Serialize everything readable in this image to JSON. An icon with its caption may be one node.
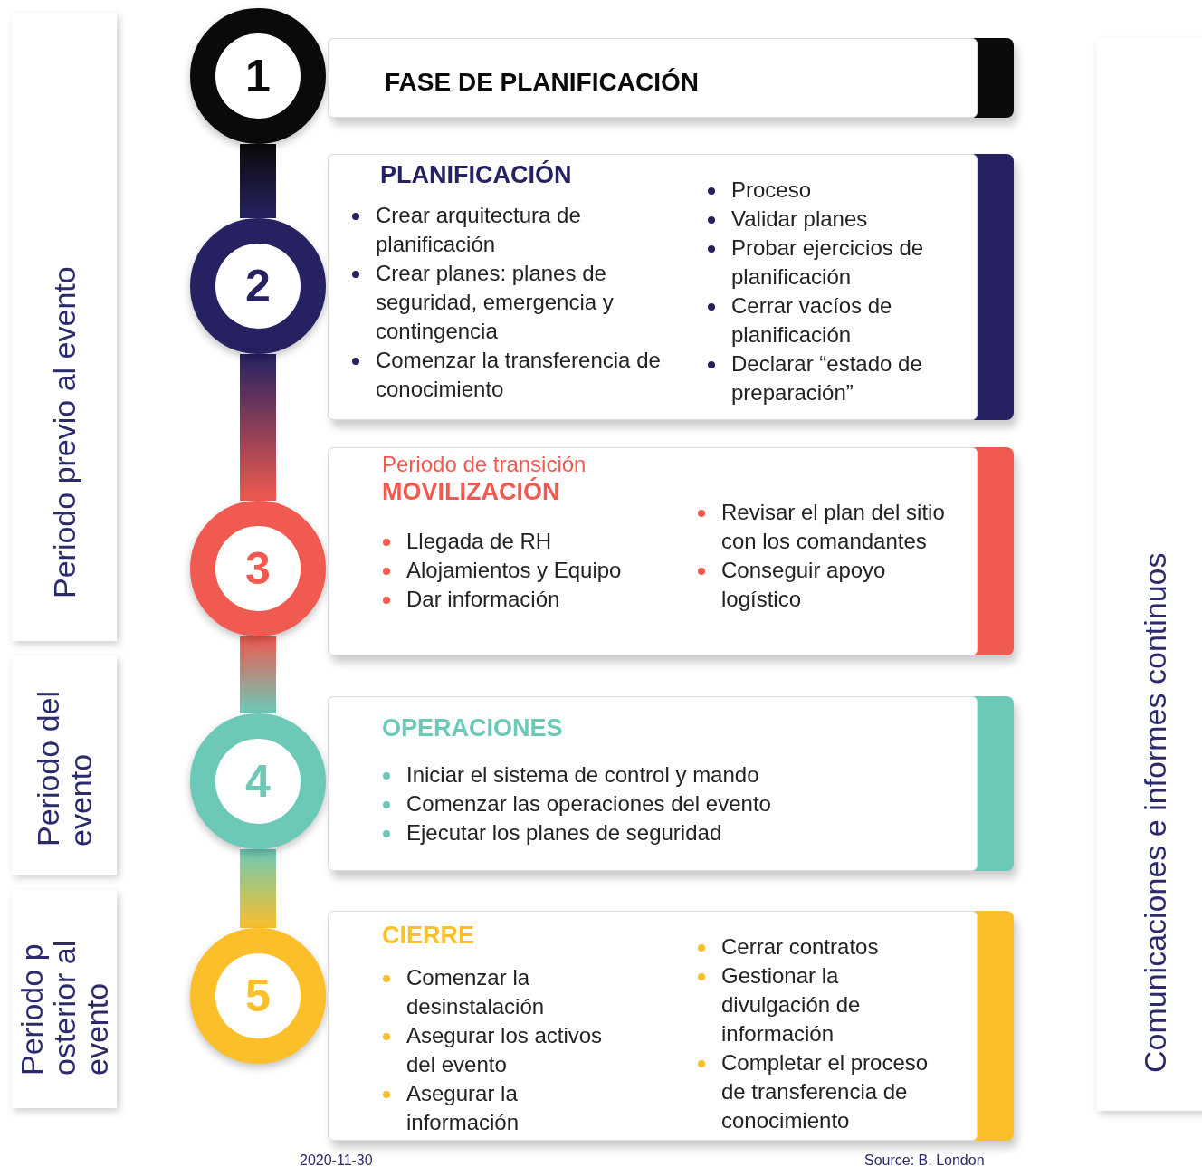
{
  "diagram": {
    "nodes": [
      {
        "text": [
          "Periodo previo al evento"
        ]
      },
      {
        "text": [
          "Periodo del evento"
        ]
      },
      {
        "text": [
          "Periodo p osterior al evento"
        ]
      },
      {
        "text": [
          "Comunicaciones e informes continuos"
        ]
      },
      {
        "text": [
          "1"
        ]
      },
      {
        "text": [
          "2"
        ]
      },
      {
        "text": [
          "3"
        ]
      },
      {
        "text": [
          "4"
        ]
      },
      {
        "text": [
          "5"
        ]
      },
      {
        "text": [
          "FASE DE PLANIFICACIÓN"
        ]
      },
      {
        "text": [
          "PLANIFICACIÓN",
          "Crear arquitectura de planificación",
          "Crear planes: planes de seguridad, emergencia y contingencia",
          "Comenzar la transferencia de conocimiento",
          "Proceso",
          "Validar planes",
          "Probar ejercicios de planificación",
          "Cerrar vacíos de planificación",
          "Declarar “estado de preparación”"
        ]
      },
      {
        "text": [
          "Periodo de transición",
          "MOVILIZACIÓN",
          "Llegada de RH",
          "Alojamientos y Equipo",
          "Dar información",
          "Revisar el plan del sitio con los comandantes",
          "Conseguir apoyo logístico"
        ]
      },
      {
        "text": [
          "OPERACIONES",
          "Iniciar el sistema de control y mando",
          "Comenzar las operaciones del evento",
          "Ejecutar los planes de seguridad"
        ]
      },
      {
        "text": [
          "CIERRE",
          "Comenzar la desinstalación",
          "Asegurar los activos del evento",
          "Asegurar la información",
          "Cerrar contratos",
          "Gestionar la divulgación de información",
          "Completar el proceso de transferencia de conocimiento"
        ]
      }
    ],
    "edges": [
      {
        "from": 4,
        "to": 5,
        "arrow": "none",
        "style": "thick",
        "color": "#262262"
      },
      {
        "from": 5,
        "to": 6,
        "arrow": "none",
        "style": "thick",
        "color": "#f05a50"
      },
      {
        "from": 6,
        "to": 7,
        "arrow": "none",
        "style": "thick",
        "color": "#6cc9b8"
      },
      {
        "from": 7,
        "to": 8,
        "arrow": "none",
        "style": "thick",
        "color": "#fbbf2a"
      }
    ],
    "labels": [
      "2020-11-30",
      "Source: B. London"
    ]
  }
}
